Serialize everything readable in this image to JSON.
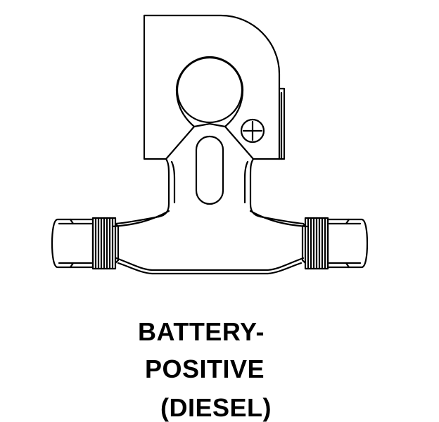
{
  "caption": {
    "line1": "BATTERY-",
    "line2": "POSITIVE",
    "line3": "(DIESEL)"
  },
  "colors": {
    "ink": "#000000",
    "background": "#ffffff"
  },
  "symbols": {
    "polarity": "plus-in-circle"
  }
}
